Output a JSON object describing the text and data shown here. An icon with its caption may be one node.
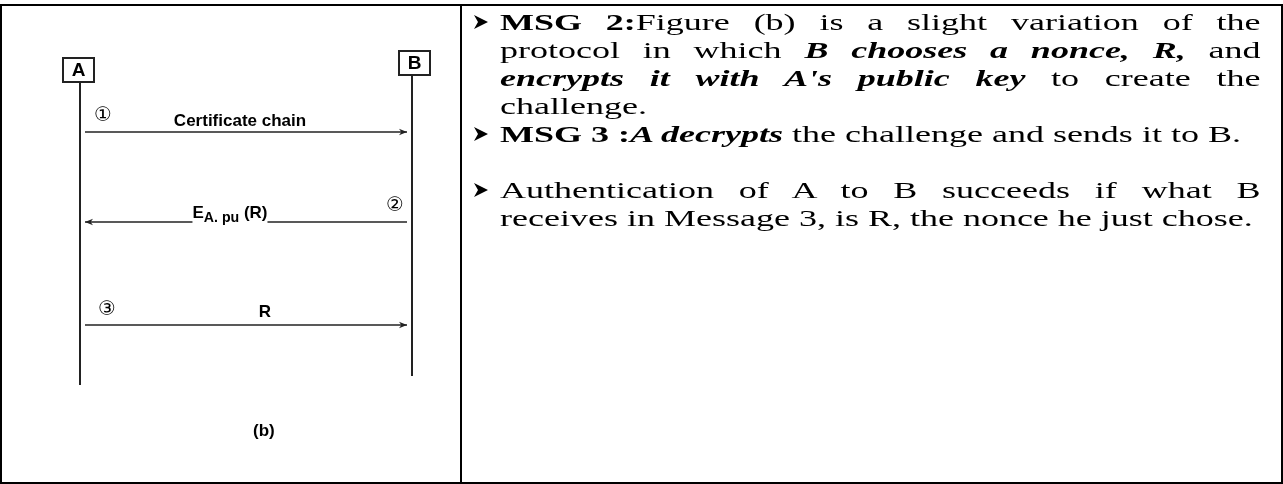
{
  "diagram": {
    "nodes": [
      {
        "text": [
          "A"
        ]
      },
      {
        "text": [
          "B"
        ]
      },
      {
        "text": [],
        "shape": "bar"
      },
      {
        "text": [],
        "shape": "bar"
      }
    ],
    "edges": [
      {
        "from": 2,
        "to": 3,
        "arrow": "to",
        "label": "Certificate chain"
      },
      {
        "from": 3,
        "to": 2,
        "arrow": "to",
        "label": "E$_{A. pu}$ (R)"
      },
      {
        "from": 2,
        "to": 3,
        "arrow": "to",
        "label": "R"
      }
    ],
    "labels": [
      "①",
      "②",
      "③",
      "(b)",
      "**MSG 2:**Figure (b) is a slight variation of the protocol in which **B chooses a nonce, R,** and **encrypts it with A's public key** to create the challenge.",
      "**MSG 3 :****A decrypts** the challenge and sends it to B.",
      "Authentication of A to B succeeds if what B receives in Message 3, is R, the nonce he just chose."
    ]
  }
}
